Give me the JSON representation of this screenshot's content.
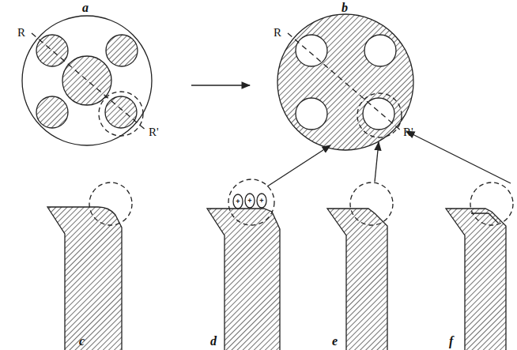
{
  "diagram": {
    "labels": [
      "a",
      "b",
      "R",
      "R'",
      "R",
      "R'",
      "+",
      "+",
      "+",
      "c",
      "d",
      "e",
      "f"
    ]
  }
}
